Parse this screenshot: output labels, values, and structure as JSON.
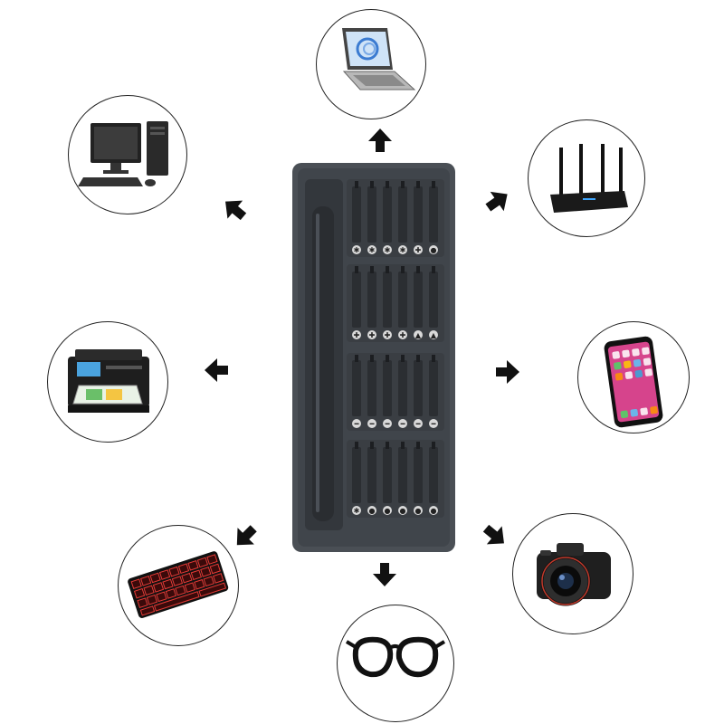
{
  "scene": {
    "subject": "precision-screwdriver-kit",
    "kit_color": "#4a4f55",
    "tray_color": "#3a3e43",
    "bit_color": "#2b2e32",
    "arrow_color": "#111111",
    "circle_border": "#222222"
  },
  "devices": [
    {
      "name": "laptop",
      "icon": "laptop-icon"
    },
    {
      "name": "router",
      "icon": "router-icon"
    },
    {
      "name": "smartphone",
      "icon": "smartphone-icon"
    },
    {
      "name": "camera",
      "icon": "camera-icon"
    },
    {
      "name": "eyeglasses",
      "icon": "eyeglasses-icon"
    },
    {
      "name": "keyboard",
      "icon": "keyboard-icon"
    },
    {
      "name": "printer",
      "icon": "printer-icon"
    },
    {
      "name": "desktop-computer",
      "icon": "desktop-computer-icon"
    }
  ],
  "bit_rows": [
    {
      "head_glyphs": [
        "✱",
        "✱",
        "✱",
        "✱",
        "✚",
        "●"
      ]
    },
    {
      "head_glyphs": [
        "✚",
        "✚",
        "✚",
        "✚",
        "▲",
        "▲"
      ]
    },
    {
      "head_glyphs": [
        "━",
        "━",
        "━",
        "━",
        "━",
        "━"
      ]
    },
    {
      "head_glyphs": [
        "✱",
        "●",
        "●",
        "●",
        "●",
        "●"
      ]
    }
  ]
}
